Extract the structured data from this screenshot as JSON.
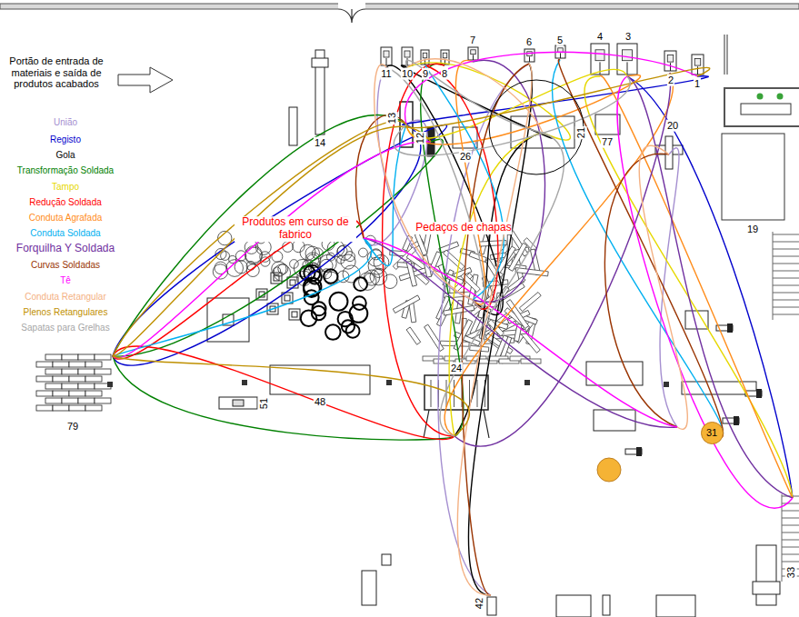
{
  "diagram": {
    "nodes": [
      {
        "text": [
          "31"
        ]
      }
    ],
    "labels": [
      "Portão de entrada de materiais e saída de produtos acabados",
      "7",
      "6",
      "5",
      "4",
      "3",
      "11",
      "10",
      "9",
      "8",
      "2",
      "1",
      "14",
      "13",
      "12",
      "26",
      "21",
      "77",
      "20",
      "19",
      "Produtos em curso de fabrico",
      "Pedaços de chapas",
      "24",
      "48",
      "51",
      "79",
      "42",
      "33"
    ],
    "legend": [
      {
        "text": "União",
        "color": "#a58fd0"
      },
      {
        "text": "Registo",
        "color": "#0000cc"
      },
      {
        "text": "Gola",
        "color": "#000000"
      },
      {
        "text": "Transformação Soldada",
        "color": "#008000"
      },
      {
        "text": "Tampo",
        "color": "#e6d800"
      },
      {
        "text": "Redução Soldada",
        "color": "#ff0000"
      },
      {
        "text": "Conduta Agrafada",
        "color": "#ff8c1a"
      },
      {
        "text": "Conduta Soldada",
        "color": "#00b0f0"
      },
      {
        "text": "Forquilha Y Soldada",
        "color": "#7030a0"
      },
      {
        "text": "Curvas Soldadas",
        "color": "#993300"
      },
      {
        "text": "Tê",
        "color": "#ff00ff"
      },
      {
        "text": "Conduta Retangular",
        "color": "#f4b183"
      },
      {
        "text": "Plenos Retangulares",
        "color": "#bf9000"
      },
      {
        "text": "Sapatas para Grelhas",
        "color": "#a6a6a6"
      }
    ]
  }
}
